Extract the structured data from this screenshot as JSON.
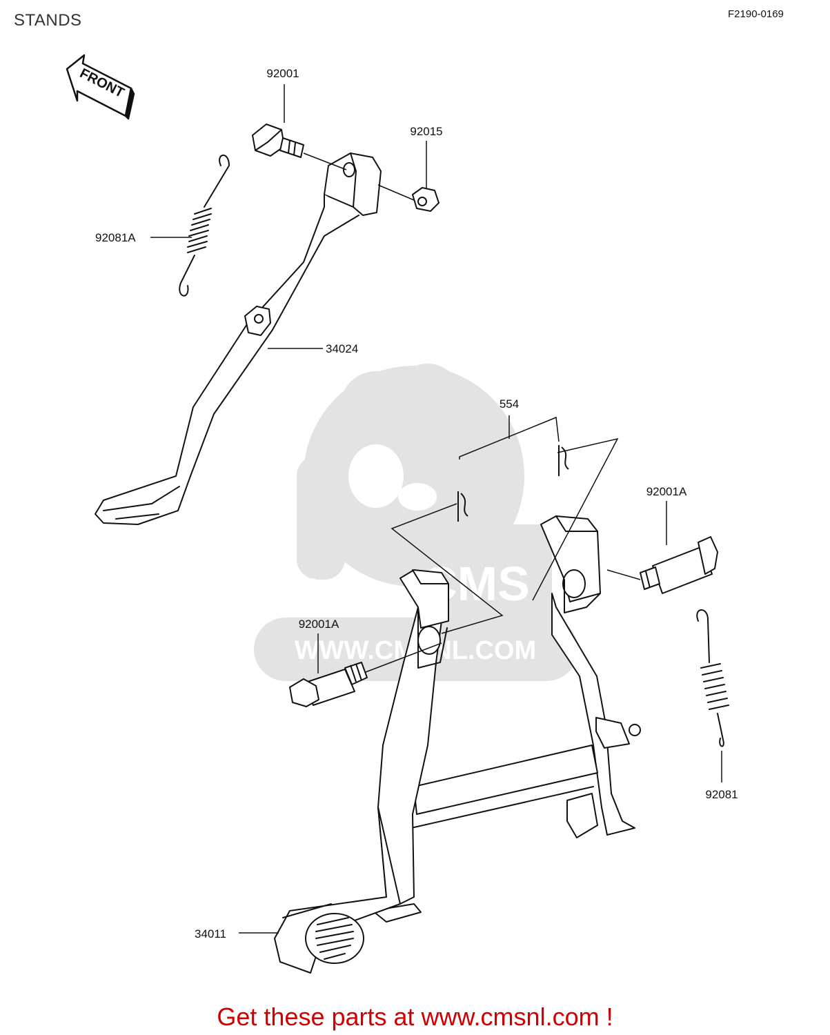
{
  "header": {
    "title": "STANDS",
    "figure_code": "F2190-0169"
  },
  "direction_arrow": {
    "label": "FRONT"
  },
  "parts": [
    {
      "id": "p1",
      "label": "92001"
    },
    {
      "id": "p2",
      "label": "92015"
    },
    {
      "id": "p3",
      "label": "92081A"
    },
    {
      "id": "p4",
      "label": "34024"
    },
    {
      "id": "p5",
      "label": "554"
    },
    {
      "id": "p6",
      "label": "92001A"
    },
    {
      "id": "p7",
      "label": "92001A"
    },
    {
      "id": "p8",
      "label": "92081"
    },
    {
      "id": "p9",
      "label": "34011"
    }
  ],
  "watermark": {
    "brand": "CMS",
    "url": "WWW.CMSNL.COM"
  },
  "footer": {
    "link_text": "Get these parts at www.cmsnl.com !"
  },
  "colors": {
    "line": "#111111",
    "watermark": "#e3e3e3",
    "footer": "#d00000"
  }
}
